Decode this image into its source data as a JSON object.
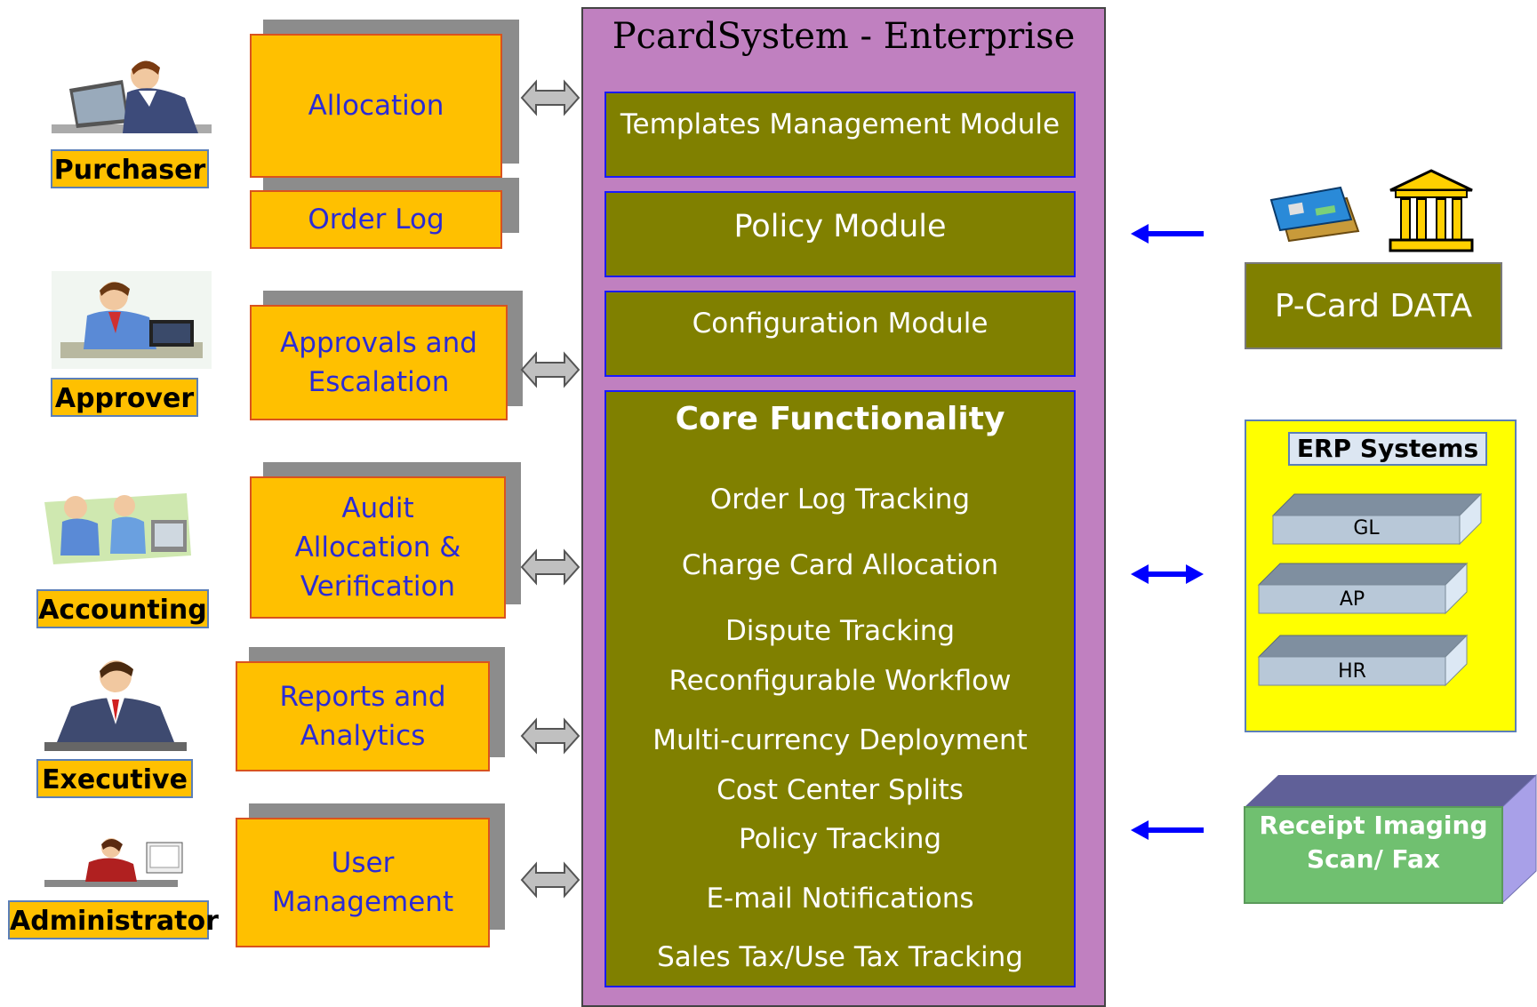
{
  "enterprise": {
    "title": "PcardSystem - Enterprise",
    "modules": [
      {
        "label": "Templates Management Module"
      },
      {
        "label": "Policy Module"
      },
      {
        "label": "Configuration Module"
      }
    ],
    "core": {
      "title": "Core Functionality",
      "items": [
        "Order Log Tracking",
        "Charge Card Allocation",
        "Dispute Tracking",
        "Reconfigurable Workflow",
        "Multi-currency Deployment",
        "Cost Center Splits",
        "Policy Tracking",
        "E-mail Notifications",
        "Sales Tax/Use Tax Tracking"
      ]
    }
  },
  "roles": [
    {
      "label": "Purchaser"
    },
    {
      "label": "Approver"
    },
    {
      "label": "Accounting"
    },
    {
      "label": "Executive"
    },
    {
      "label": "Administrator"
    }
  ],
  "functions": [
    {
      "label": "Allocation"
    },
    {
      "label": "Order Log"
    },
    {
      "label": "Approvals and\nEscalation"
    },
    {
      "label": "Audit\nAllocation &\nVerification"
    },
    {
      "label": "Reports and\nAnalytics"
    },
    {
      "label": "User\nManagement"
    }
  ],
  "external": {
    "pcard_label": "P-Card DATA",
    "erp_title": "ERP Systems",
    "erp_items": [
      "GL",
      "AP",
      "HR"
    ],
    "receipt_label": "Receipt Imaging\nScan/ Fax"
  },
  "colors": {
    "enterprise_bg": "#c080c0",
    "module_bg": "#808000",
    "function_bg": "#ffc000",
    "function_text": "#2b2bd6",
    "erp_bg": "#ffff00",
    "receipt_bg": "#70c070",
    "arrow_blue": "#0000ff"
  }
}
